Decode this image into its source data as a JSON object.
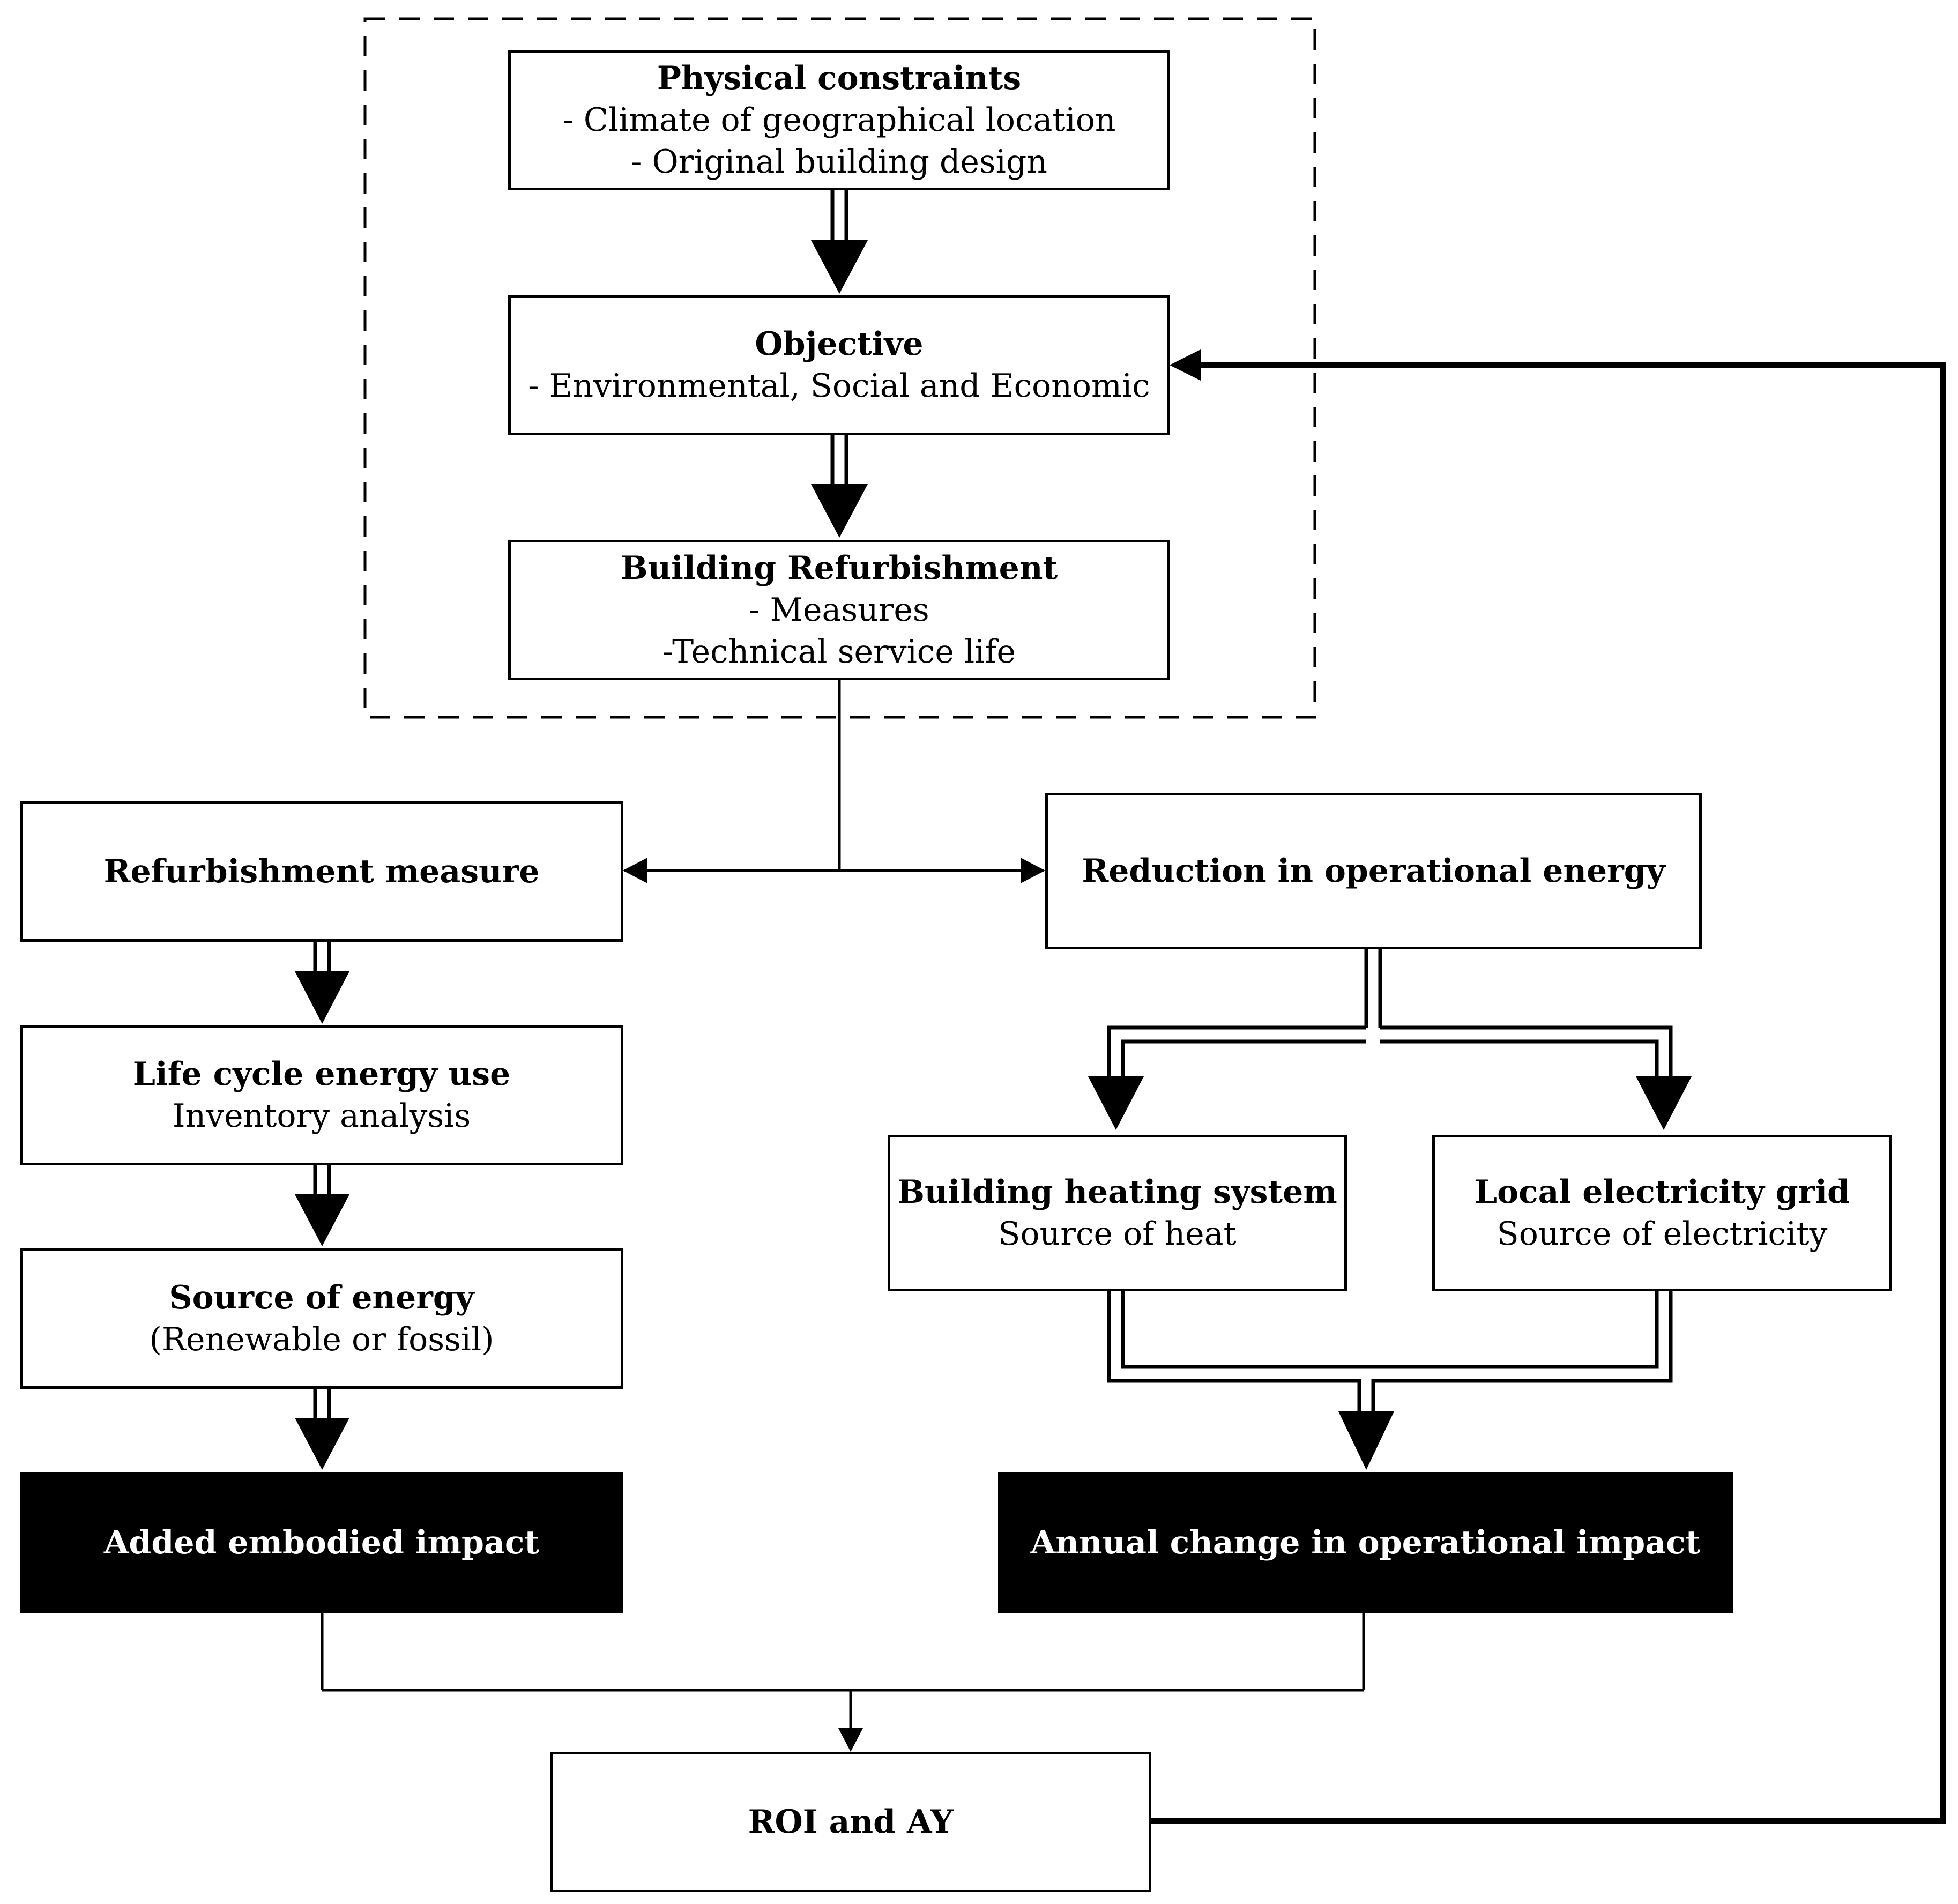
{
  "boxes": {
    "physical": {
      "title": "Physical constraints",
      "lines": [
        "- Climate of geographical location",
        "- Original building design"
      ]
    },
    "objective": {
      "title": "Objective",
      "lines": [
        "- Environmental, Social and Economic"
      ]
    },
    "building_refurb": {
      "title": "Building Refurbishment",
      "lines": [
        "- Measures",
        "-Technical service life"
      ]
    },
    "refurb_measure": {
      "title": "Refurbishment measure"
    },
    "reduction": {
      "title": "Reduction in operational energy"
    },
    "life_cycle": {
      "title": "Life cycle energy use",
      "lines": [
        "Inventory analysis"
      ]
    },
    "source_energy": {
      "title": "Source of energy",
      "lines": [
        "(Renewable or fossil)"
      ]
    },
    "heating": {
      "title": "Building heating system",
      "lines": [
        "Source of heat"
      ]
    },
    "grid": {
      "title": "Local electricity grid",
      "lines": [
        "Source of electricity"
      ]
    },
    "embodied": {
      "title": "Added embodied impact"
    },
    "annual": {
      "title": "Annual change in operational impact"
    },
    "roi": {
      "title": "ROI and AY"
    }
  },
  "colors": {
    "line": "#000000",
    "dark_fill": "#000000",
    "dark_text": "#ffffff"
  }
}
